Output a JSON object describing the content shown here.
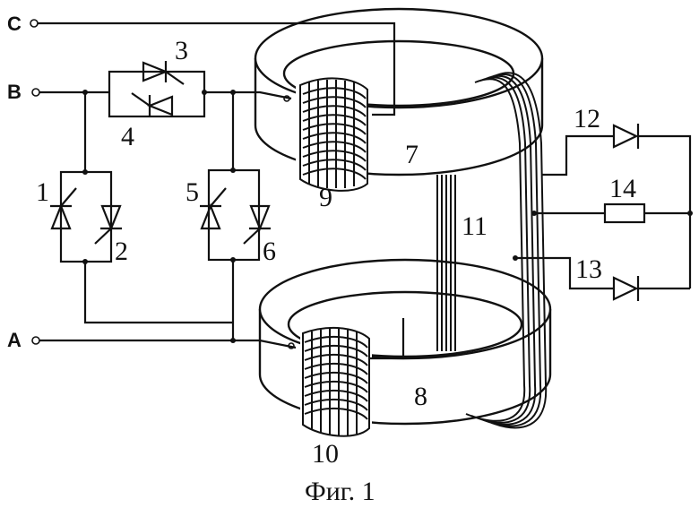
{
  "terminals": {
    "a": "A",
    "b": "B",
    "c": "C"
  },
  "labels": {
    "n1": "1",
    "n2": "2",
    "n3": "3",
    "n4": "4",
    "n5": "5",
    "n6": "6",
    "n7": "7",
    "n8": "8",
    "n9": "9",
    "n10": "10",
    "n11": "11",
    "n12": "12",
    "n13": "13",
    "n14": "14"
  },
  "caption": "Фиг. 1"
}
